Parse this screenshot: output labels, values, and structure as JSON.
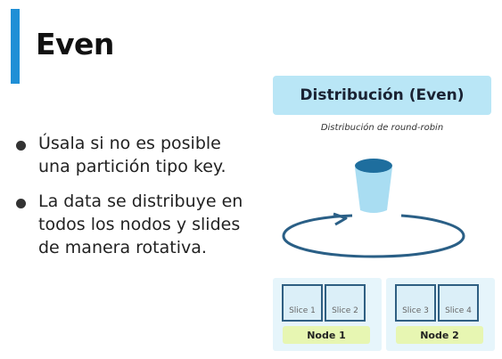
{
  "slide": {
    "title": "Even",
    "accent_color": "#1f8fd6",
    "bullets": [
      {
        "text": "Úsala si no es posible una partición tipo key."
      },
      {
        "text": "La data se distribuye en todos los nodos y slides de manera rotativa."
      }
    ]
  },
  "diagram": {
    "title": "Distribución (Even)",
    "subtitle": "Distribución de round-robin",
    "bucket_icon": "bucket-icon",
    "rotation_icon": "circular-arrow-icon",
    "nodes": [
      {
        "label": "Node 1",
        "slices": [
          "Slice 1",
          "Slice 2"
        ]
      },
      {
        "label": "Node 2",
        "slices": [
          "Slice 3",
          "Slice 4"
        ]
      }
    ]
  }
}
